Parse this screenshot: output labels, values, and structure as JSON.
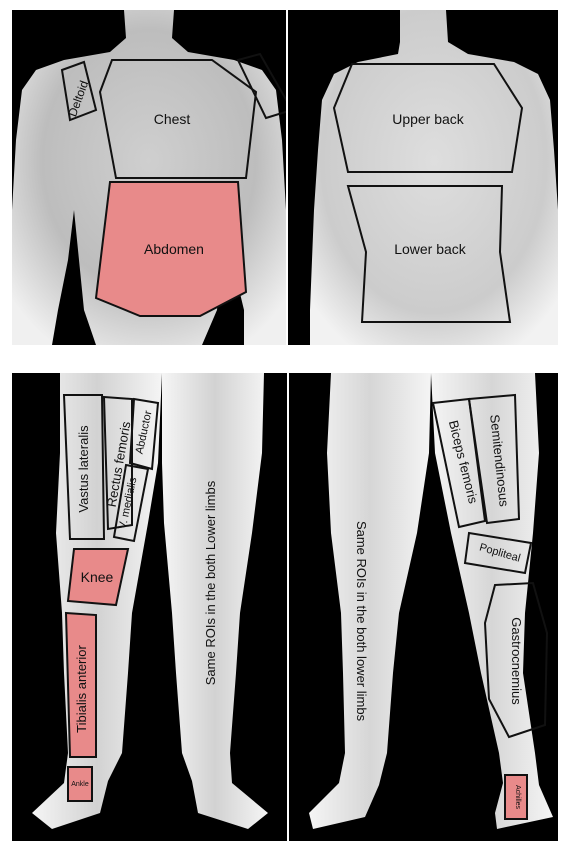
{
  "colors": {
    "background": "#000000",
    "body_light": "#e6e6e6",
    "body_mid": "#bdbdbd",
    "roi_outline": "#111111",
    "roi_highlight": "#e88a8a"
  },
  "panels": {
    "front_torso": {
      "rois": {
        "deltoid": "Deltoid",
        "chest": "Chest",
        "abdomen": "Abdomen"
      }
    },
    "back_torso": {
      "rois": {
        "upper_back": "Upper back",
        "lower_back": "Lower back"
      }
    },
    "front_legs": {
      "rois": {
        "vastus_lateralis": "Vastus lateralis",
        "rectus_femoris": "Rectus femoris",
        "abductor": "Abductor",
        "v_medialis": "V. medialis",
        "knee": "Knee",
        "tibialis_anterior": "Tibialis anterior",
        "ankle": "Ankle"
      },
      "note": "Same ROIs in the both Lower limbs"
    },
    "back_legs": {
      "rois": {
        "biceps_femoris": "Biceps femoris",
        "semitendinosus": "Semitendinosus",
        "popliteal": "Popliteal",
        "gastrocnemius": "Gastrocnemius",
        "achilles": "Achilles"
      },
      "note": "Same ROIs in the both lower limbs"
    }
  }
}
